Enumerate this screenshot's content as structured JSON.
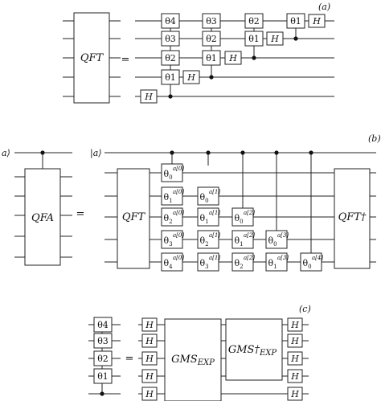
{
  "panel_labels": {
    "a": "(a)",
    "b": "(b)",
    "c": "(c)"
  },
  "symbols": {
    "equals": "=",
    "ket_a": "|a⟩",
    "ket_a_cut": "a⟩"
  },
  "gates": {
    "qft": "QFT",
    "qft_dagger": "QFT†",
    "qfa": "QFA",
    "hadamard": "H",
    "gms": "GMS",
    "gms_sub": "EXP",
    "gms_dagger": "GMS†"
  },
  "panel_a": {
    "rotations": [
      "θ4",
      "θ3",
      "θ2",
      "θ1",
      "θ3",
      "θ2",
      "θ1",
      "θ2",
      "θ1",
      "θ1"
    ]
  },
  "panel_b": {
    "rotation_base": "θ",
    "rotations": [
      {
        "sub": "0",
        "sup": "a[0]"
      },
      {
        "sub": "1",
        "sup": "a[0]"
      },
      {
        "sub": "2",
        "sup": "a[0]"
      },
      {
        "sub": "3",
        "sup": "a[0]"
      },
      {
        "sub": "4",
        "sup": "a[0]"
      },
      {
        "sub": "0",
        "sup": "a[1]"
      },
      {
        "sub": "1",
        "sup": "a[1]"
      },
      {
        "sub": "2",
        "sup": "a[1]"
      },
      {
        "sub": "3",
        "sup": "a[1]"
      },
      {
        "sub": "0",
        "sup": "a[2]"
      },
      {
        "sub": "1",
        "sup": "a[2]"
      },
      {
        "sub": "2",
        "sup": "a[2]"
      },
      {
        "sub": "0",
        "sup": "a[3]"
      },
      {
        "sub": "1",
        "sup": "a[3]"
      },
      {
        "sub": "0",
        "sup": "a[4]"
      }
    ]
  },
  "panel_c": {
    "rotations": [
      "θ4",
      "θ3",
      "θ2",
      "θ1"
    ]
  }
}
